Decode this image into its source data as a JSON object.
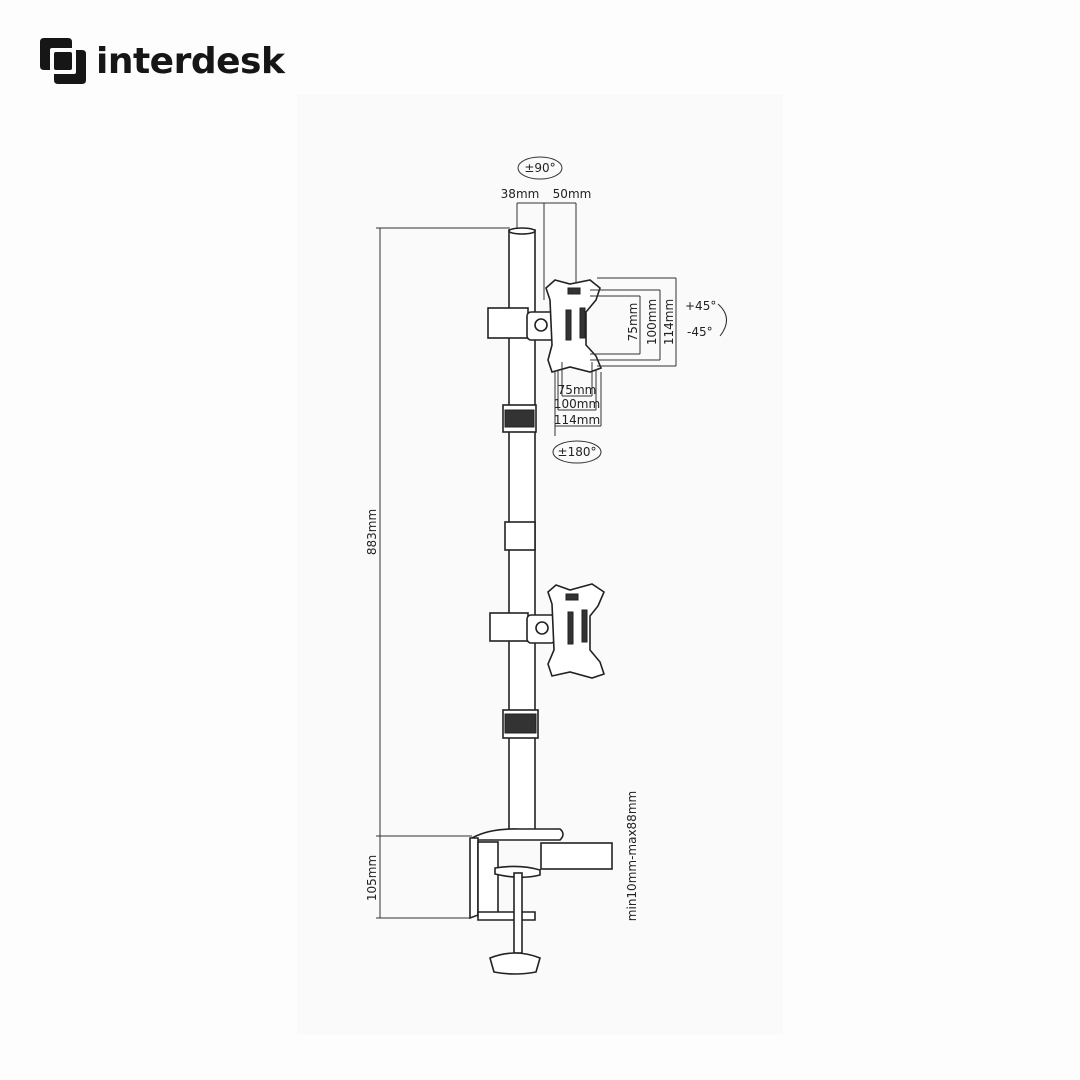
{
  "brand": {
    "name": "interdesk"
  },
  "diagram": {
    "swivel": "±90°",
    "offset_a": "38mm",
    "offset_b": "50mm",
    "vesa_h_75": "75mm",
    "vesa_h_100": "100mm",
    "vesa_h_114": "114mm",
    "tilt_up": "+45°",
    "tilt_down": "-45°",
    "vesa_w_75": "75mm",
    "vesa_w_100": "100mm",
    "vesa_w_114": "114mm",
    "rotation": "±180°",
    "pole_height": "883mm",
    "clamp_height": "105mm",
    "desk_thickness": "min10mm-max88mm"
  }
}
